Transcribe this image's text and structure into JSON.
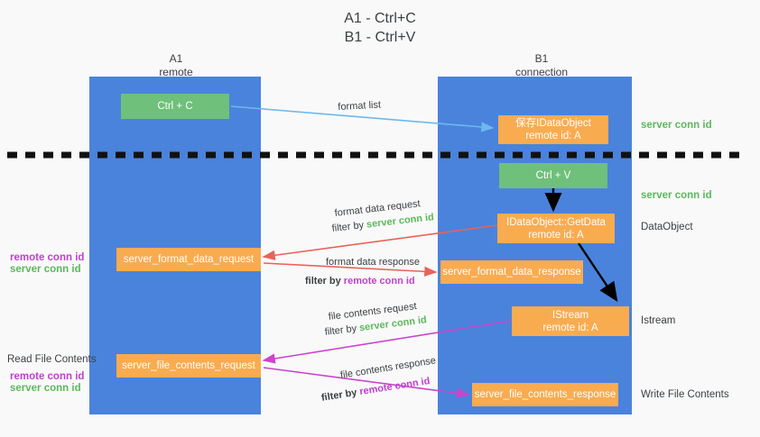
{
  "title": "A1 - Ctrl+C\nB1 - Ctrl+V",
  "colors": {
    "column": "#4a83dc",
    "green_box": "#6fc07a",
    "orange_box": "#f9ab50",
    "server_conn_id": "#5cb85c",
    "remote_conn_id": "#c040d0",
    "arrow_blue": "#6cb8ee",
    "arrow_red": "#e8635a",
    "arrow_magenta": "#cc44cc",
    "arrow_black": "#000000",
    "background": "#f9f9f9"
  },
  "columns": [
    {
      "name": "A1",
      "sub": "remote"
    },
    {
      "name": "B1",
      "sub": "connection"
    }
  ],
  "boxes": {
    "ctrl_c": "Ctrl + C",
    "save_dataobject": {
      "line1": "保存IDataObject",
      "line2": "remote id: A"
    },
    "ctrl_v": "Ctrl + V",
    "getdata": {
      "line1": "IDataObject::GetData",
      "line2": "remote id: A"
    },
    "istream": {
      "line1": "IStream",
      "line2": "remote id: A"
    },
    "server_format_data_request": "server_format_data_request",
    "server_format_data_response": "server_format_data_response",
    "server_file_contents_request": "server_file_contents_request",
    "server_file_contents_response": "server_file_contents_response"
  },
  "arrow_labels": {
    "format_list": "format list",
    "format_data_request": "format data request",
    "format_data_request_filter_prefix": "filter by ",
    "format_data_request_filter_key": "server conn id",
    "format_data_response": "format data response",
    "format_data_response_filter_prefix": "filter by ",
    "format_data_response_filter_key": "remote conn id",
    "file_contents_request": "file contents request",
    "file_contents_request_filter_prefix": "filter by ",
    "file_contents_request_filter_key": "server conn id",
    "file_contents_response": "file contents response",
    "file_contents_response_filter_prefix": "filter by ",
    "file_contents_response_filter_key": "remote conn id"
  },
  "right_labels": {
    "server_conn_id_top": "server conn id",
    "server_conn_id_second": "server conn id",
    "dataobject": "DataObject",
    "istream": "Istream",
    "write_file_contents": "Write File Contents"
  },
  "left_labels": {
    "remote_conn_id_1": "remote conn id",
    "server_conn_id_1": "server conn id",
    "read_file_contents": "Read File Contents",
    "remote_conn_id_2": "remote conn id",
    "server_conn_id_2": "server conn id"
  }
}
